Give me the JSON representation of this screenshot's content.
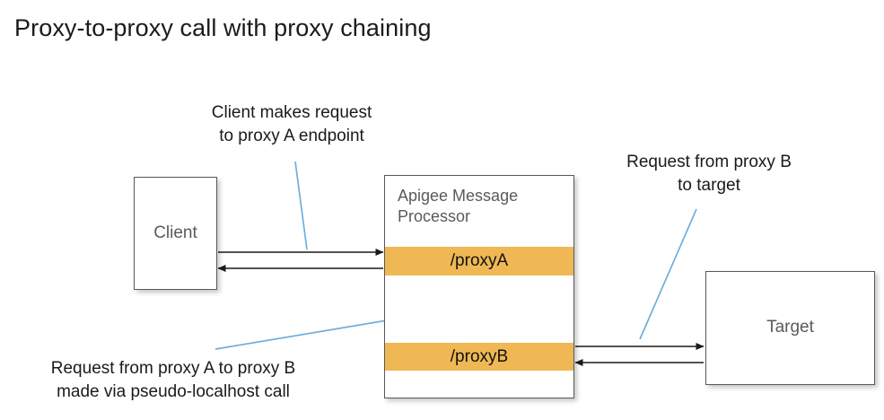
{
  "diagram": {
    "title": "Proxy-to-proxy call with proxy chaining",
    "nodes": {
      "client": {
        "label": "Client"
      },
      "message_processor": {
        "title": "Apigee Message Processor",
        "proxy_a": "/proxyA",
        "proxy_b": "/proxyB"
      },
      "target": {
        "label": "Target"
      }
    },
    "annotations": [
      {
        "id": "client-request",
        "line1": "Client makes request",
        "line2": "to proxy A endpoint"
      },
      {
        "id": "proxy-b-to-target",
        "line1": "Request from proxy B",
        "line2": "to target"
      },
      {
        "id": "proxy-a-to-proxy-b",
        "line1": "Request from proxy A to proxy B",
        "line2": "made via pseudo-localhost call"
      }
    ],
    "flows": [
      {
        "id": "client-to-proxy-a",
        "from": "Client",
        "to": "/proxyA",
        "direction": "right"
      },
      {
        "id": "proxy-a-to-client",
        "from": "/proxyA",
        "to": "Client",
        "direction": "left"
      },
      {
        "id": "proxy-b-to-proxy-a",
        "from": "/proxyB",
        "to": "/proxyA",
        "direction": "up"
      },
      {
        "id": "proxy-a-to-proxy-b",
        "from": "/proxyA",
        "to": "/proxyB",
        "direction": "down"
      },
      {
        "id": "proxy-b-to-target",
        "from": "/proxyB",
        "to": "Target",
        "direction": "right"
      },
      {
        "id": "target-to-proxy-b",
        "from": "Target",
        "to": "/proxyB",
        "direction": "left"
      }
    ],
    "colors": {
      "proxy_bar": "#F0B854",
      "box_border": "#595959",
      "node_text": "#5A5A5A",
      "arrow": "#1A1A1A",
      "leader_line": "#6FAEDC",
      "background": "#FFFFFF"
    }
  }
}
